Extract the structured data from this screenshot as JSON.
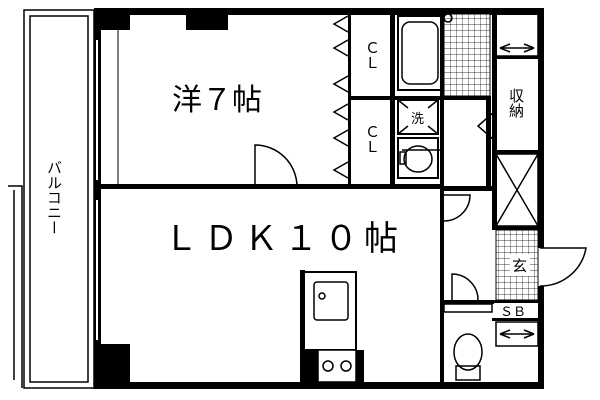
{
  "rooms": {
    "western_room": "洋７帖",
    "ldk": "ＬＤＫ１０帖",
    "balcony": "バルコニー",
    "closet_1": "ＣＬ",
    "closet_2": "ＣＬ",
    "storage": "収納",
    "washer": "洗",
    "entrance": "玄",
    "shoe_box": "ＳＢ"
  }
}
